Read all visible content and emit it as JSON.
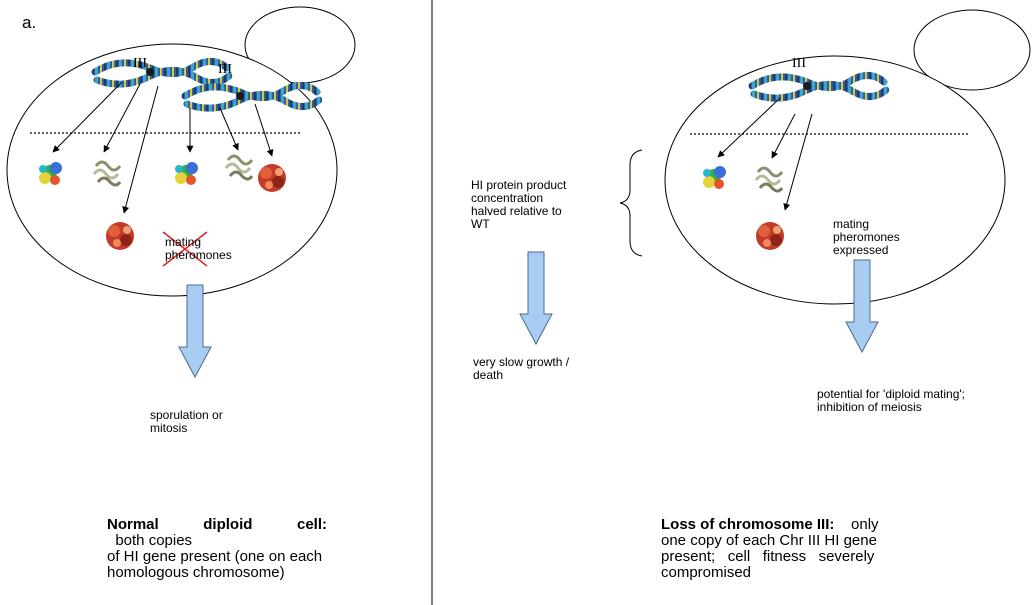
{
  "panel_letter": "a.",
  "chromosome_label": "III",
  "left": {
    "struck_label_line1": "mating",
    "struck_label_line2": "pheromones",
    "outcome_line1": "sporulation or",
    "outcome_line2": "mitosis",
    "caption_bold": "Normal diploid cell:",
    "caption_line1_rest": "  both copies",
    "caption_line2": "of HI gene present (one on each",
    "caption_line3": "homologous chromosome)"
  },
  "middle": {
    "note_line1": "HI protein product",
    "note_line2": "concentration",
    "note_line3": "halved relative to",
    "note_line4": "WT",
    "outcome_line1": "very slow growth /",
    "outcome_line2": "death"
  },
  "right": {
    "label_line1": "mating",
    "label_line2": "pheromones",
    "label_line3": "expressed",
    "outcome_line1": "potential for 'diploid mating';",
    "outcome_line2": "inhibition of meiosis",
    "caption_bold": "Loss of chromosome III:",
    "caption_line1_rest": "    only",
    "caption_line2": "one copy of each Chr III HI gene",
    "caption_line3": "present;   cell   fitness   severely",
    "caption_line4": "compromised"
  },
  "colors": {
    "arrow_fill": "#a9cdf2",
    "arrow_stroke": "#4a6b8f",
    "strike": "#e02020",
    "chromosome": "#2f5f9e"
  }
}
